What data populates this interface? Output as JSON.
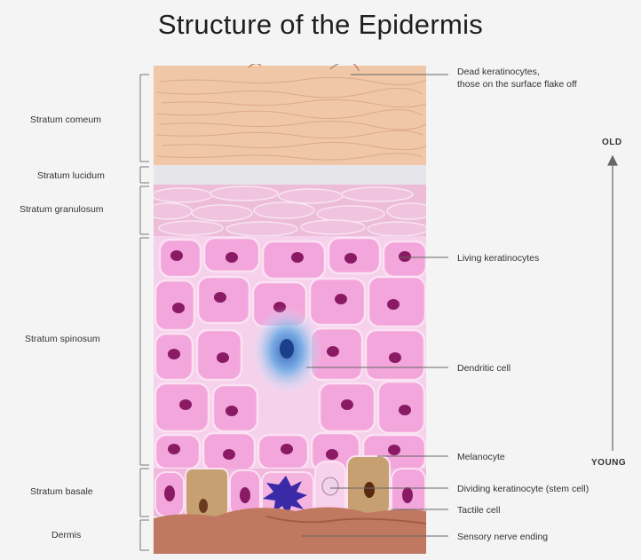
{
  "title": "Structure of the Epidermis",
  "layers": [
    {
      "name": "Stratum comeum"
    },
    {
      "name": "Stratum lucidum"
    },
    {
      "name": "Stratum granulosum"
    },
    {
      "name": "Stratum spinosum"
    },
    {
      "name": "Stratum basale"
    },
    {
      "name": "Dermis"
    }
  ],
  "callouts": [
    {
      "line1": "Dead keratinocytes,",
      "line2": "those on the surface flake off"
    },
    {
      "line1": "Living keratinocytes"
    },
    {
      "line1": "Dendritic cell"
    },
    {
      "line1": "Melanocyte"
    },
    {
      "line1": "Dividing keratinocyte (stem cell)"
    },
    {
      "line1": "Tactile cell"
    },
    {
      "line1": "Sensory nerve ending"
    }
  ],
  "age_axis": {
    "top": "OLD",
    "bottom": "YOUNG"
  },
  "colors": {
    "corneum": "#f0c8a8",
    "lucidum": "#e6e6ea",
    "granulosum": "#ecbcd8",
    "keratinocyte": "#f3a6db",
    "nucleus": "#8a1a64",
    "dendritic": "#3d74c9",
    "melanocyte": "#3a2aa8",
    "basal_tan": "#c6a070",
    "dermis": "#c07860"
  }
}
